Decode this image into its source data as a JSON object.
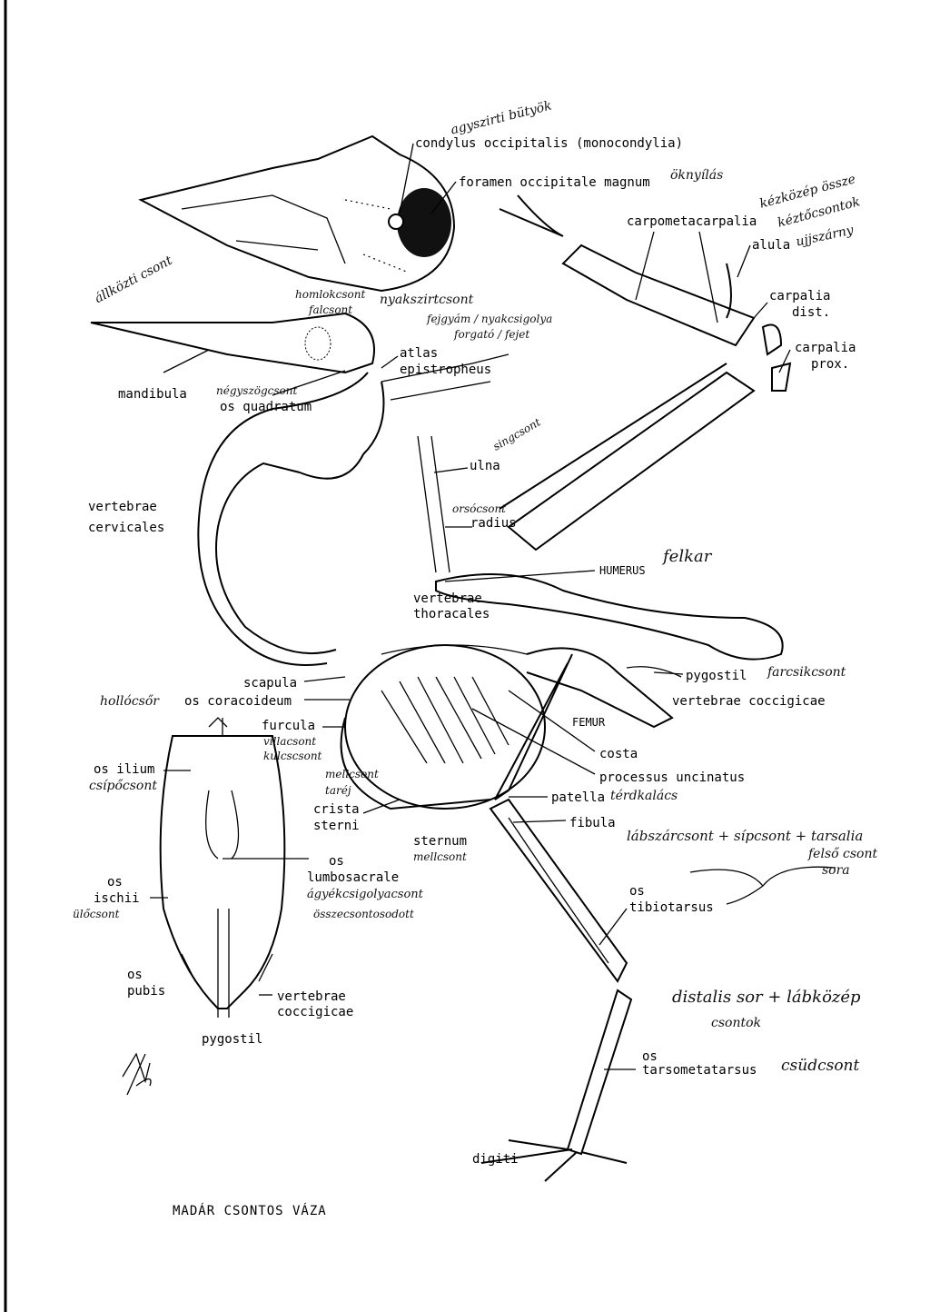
{
  "title": "MADÁR CSONTOS VÁZA",
  "labels": {
    "condylus": "condylus occipitalis (monocondylia)",
    "foramen": "foramen occipitale magnum",
    "carpometacarpalia": "carpometacarpalia",
    "alula": "alula",
    "carpalia_dist_1": "carpalia",
    "carpalia_dist_2": "dist.",
    "carpalia_prox_1": "carpalia",
    "carpalia_prox_2": "prox.",
    "mandibula": "mandibula",
    "os_quadratum": "os quadratum",
    "atlas": "atlas",
    "epistropheus": "epistropheus",
    "ulna": "ulna",
    "radius": "radius",
    "humerus": "HUMERUS",
    "vert_cerv_1": "vertebrae",
    "vert_cerv_2": "cervicales",
    "vert_thor_1": "vertebrae",
    "vert_thor_2": "thoracales",
    "scapula": "scapula",
    "os_coracoideum": "os coracoideum",
    "furcula": "furcula",
    "os_ilium": "os ilium",
    "crista_1": "crista",
    "crista_2": "sterni",
    "sternum": "sternum",
    "lumbo_1": "os",
    "lumbo_2": "lumbosacrale",
    "ischii_1": "os",
    "ischii_2": "ischii",
    "pubis_1": "os",
    "pubis_2": "pubis",
    "vert_cocc_pelvis_1": "vertebrae",
    "vert_cocc_pelvis_2": "coccigicae",
    "pygostil_pelvis": "pygostil",
    "pygostil": "pygostil",
    "vert_cocc": "vertebrae coccigicae",
    "femur": "FEMUR",
    "costa": "costa",
    "processus": "processus uncinatus",
    "patella": "patella",
    "fibula": "fibula",
    "tibio_1": "os",
    "tibio_2": "tibiotarsus",
    "tarso_1": "os",
    "tarso_2": "tarsometatarsus",
    "digiti": "digiti"
  },
  "handwritten": {
    "agyszirti": "agyszirti bütyök",
    "oknyilas": "öknyílás",
    "kezkozep": "kézközép össze",
    "kezkozep2": "kéztőcsontok",
    "alula": "ujjszárny",
    "allkapocs": "állközti csont",
    "homlok": "homlokcsont",
    "fal": "falcsont",
    "nyakszirt": "nyakszirtcsont",
    "fejgyam": "fejgyám / nyakcsigolya",
    "forgato": "forgató / fejet",
    "negyszog": "négyszögcsont",
    "sing": "singcsont",
    "orso": "orsócsont",
    "felkar": "felkar",
    "farcsik": "farcsikcsont",
    "hollocsor": "hollócsőr",
    "villa": "villacsont",
    "kulcs": "kulcscsont",
    "csipo": "csípőcsont",
    "mell_taraj_1": "mellcsont",
    "mell_taraj_2": "taréj",
    "mellcsont": "mellcsont",
    "agyek": "ágyékcsigolyacsont",
    "ossze": "összecsontosodott",
    "ulo": "ülőcsont",
    "terdkalacs": "térdkalács",
    "labszar_1": "lábszárcsont + sípcsont + tarsalia",
    "labszar_2": "felső csont",
    "labszar_3": "sora",
    "distalis_1": "distalis sor + lábközép",
    "distalis_2": "csontok",
    "csud": "csüdcsont"
  }
}
